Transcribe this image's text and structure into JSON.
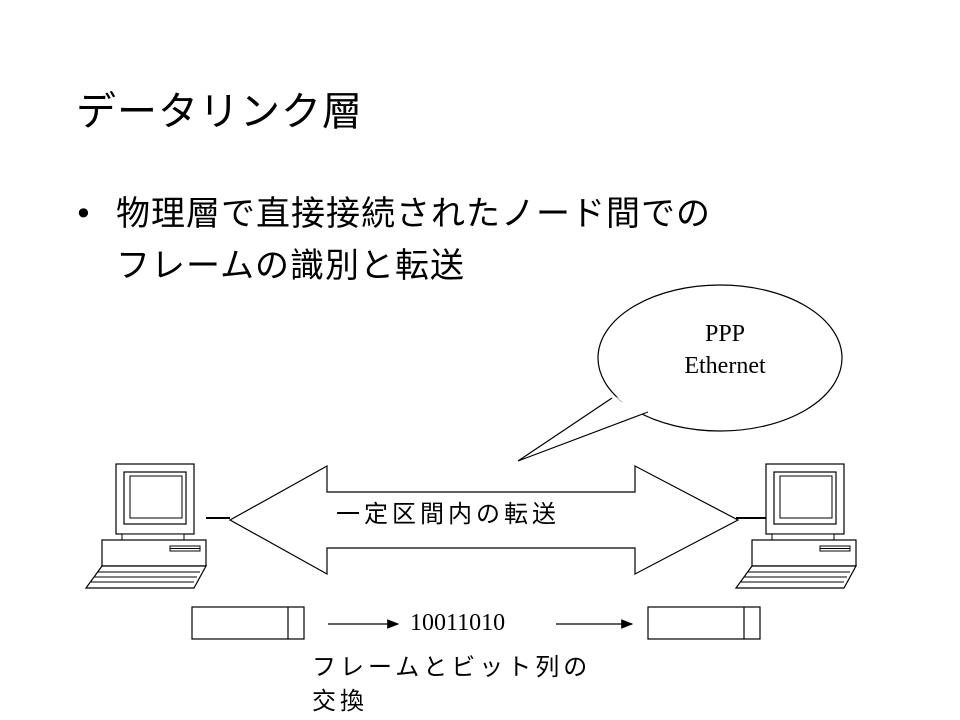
{
  "slide": {
    "title": "データリンク層",
    "bullet_marker": "•",
    "bullet_lines": [
      "物理層で直接接続されたノード間での",
      "フレームの識別と転送"
    ]
  },
  "diagram": {
    "bubble_lines": [
      "PPP",
      "Ethernet"
    ],
    "arrow_label": "一定区間内の転送",
    "bit_string": "10011010",
    "caption_lines": [
      "フレームとビット列の",
      "交換"
    ],
    "nodes": [
      "computer-left",
      "computer-right"
    ],
    "colors": {
      "stroke": "#000000",
      "fill": "#ffffff"
    }
  }
}
